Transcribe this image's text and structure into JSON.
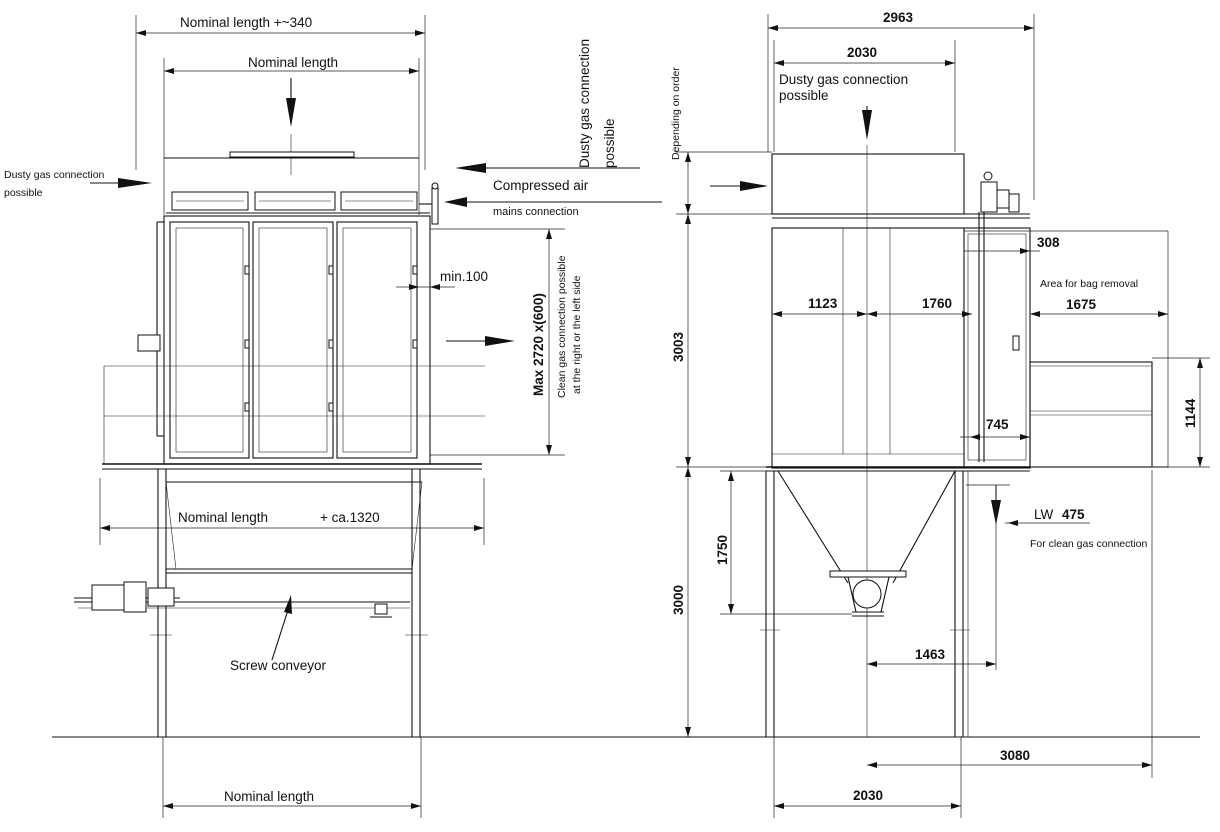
{
  "left_view": {
    "nominal_length_plus_340": "Nominal length +~340",
    "nominal_length_top": "Nominal length",
    "dusty_gas_vertical_line1": "Dusty gas connection",
    "dusty_gas_vertical_line2": "possible",
    "dusty_gas_side_line1": "Dusty gas connection",
    "dusty_gas_side_line2": "possible",
    "compressed_air_line1": "Compressed air",
    "compressed_air_line2": "mains connection",
    "min_100": "min.100",
    "max_2720": "Max 2720 x(600)",
    "clean_gas_line1": "Clean gas connection possible",
    "clean_gas_line2": "at the right or the left side",
    "nominal_length_mid": "Nominal length",
    "plus_1320": "+ ca.1320",
    "screw_conveyor": "Screw conveyor",
    "nominal_length_bottom": "Nominal length"
  },
  "right_view": {
    "dim_2963": "2963",
    "dim_2030_top": "2030",
    "depending_on_order": "Depending on order",
    "dusty_gas_line1": "Dusty gas connection",
    "dusty_gas_line2": "possible",
    "dim_3003": "3003",
    "dim_308": "308",
    "area_bag_removal": "Area for bag removal",
    "dim_1675": "1675",
    "dim_1123": "1123",
    "dim_1760": "1760",
    "dim_1144": "1144",
    "dim_745": "745",
    "lw_label": "LW",
    "lw_value": "475",
    "for_clean_gas": "For clean gas connection",
    "dim_1750": "1750",
    "dim_3000": "3000",
    "dim_1463": "1463",
    "dim_3080": "3080",
    "dim_2030_bottom": "2030"
  }
}
